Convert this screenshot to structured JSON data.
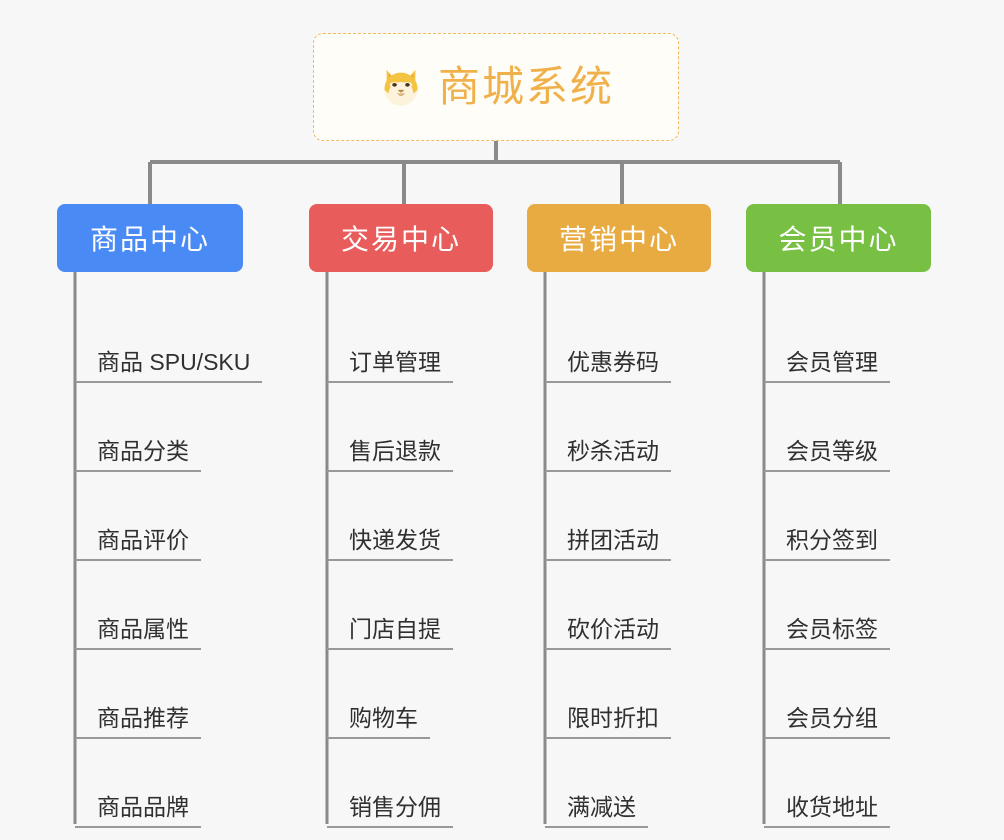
{
  "diagram": {
    "type": "mindmap-tree",
    "background_color": "#f7f7f7",
    "root": {
      "title": "商城系统",
      "icon": "shiba-dog-face-icon",
      "border_color": "#f0b95c",
      "text_color": "#f0b04a"
    },
    "branches": [
      {
        "label": "商品中心",
        "color": "#4a8af4",
        "leaves": [
          "商品 SPU/SKU",
          "商品分类",
          "商品评价",
          "商品属性",
          "商品推荐",
          "商品品牌"
        ]
      },
      {
        "label": "交易中心",
        "color": "#e85c5c",
        "leaves": [
          "订单管理",
          "售后退款",
          "快递发货",
          "门店自提",
          "购物车",
          "销售分佣"
        ]
      },
      {
        "label": "营销中心",
        "color": "#e8ab41",
        "leaves": [
          "优惠券码",
          "秒杀活动",
          "拼团活动",
          "砍价活动",
          "限时折扣",
          "满减送"
        ]
      },
      {
        "label": "会员中心",
        "color": "#77c043",
        "leaves": [
          "会员管理",
          "会员等级",
          "积分签到",
          "会员标签",
          "会员分组",
          "收货地址"
        ]
      }
    ],
    "connector_color": "#8a8a8a",
    "leaf_rule_color": "#999999"
  }
}
